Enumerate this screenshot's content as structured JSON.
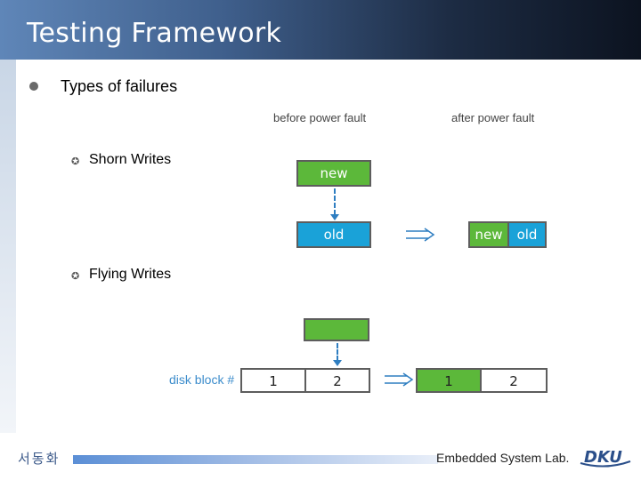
{
  "slide": {
    "title": "Testing Framework",
    "heading": "Types of failures",
    "columns": {
      "before": "before power fault",
      "after": "after power fault"
    },
    "shorn": {
      "label": "Shorn Writes",
      "new_block": "new",
      "old_block": "old",
      "result_new": "new",
      "result_old": "old"
    },
    "flying": {
      "label": "Flying Writes",
      "disk_block_label": "disk block #",
      "before_cells": [
        "1",
        "2"
      ],
      "after_cells": [
        "1",
        "2"
      ]
    },
    "footer": {
      "left_text": "서동화",
      "right_text": "Embedded System Lab.",
      "logo_text": "DKU"
    }
  },
  "colors": {
    "green": "#5cb83a",
    "blue": "#1aa2d8",
    "arrow": "#2f7ec1",
    "title_bar_start": "#5f86b8",
    "title_bar_end": "#0c1320"
  },
  "icons": {
    "main_bullet": "filled-circle",
    "sub_bullet": "gear-bullet",
    "transition": "double-arrow-right",
    "write": "dashed-arrow-down"
  }
}
